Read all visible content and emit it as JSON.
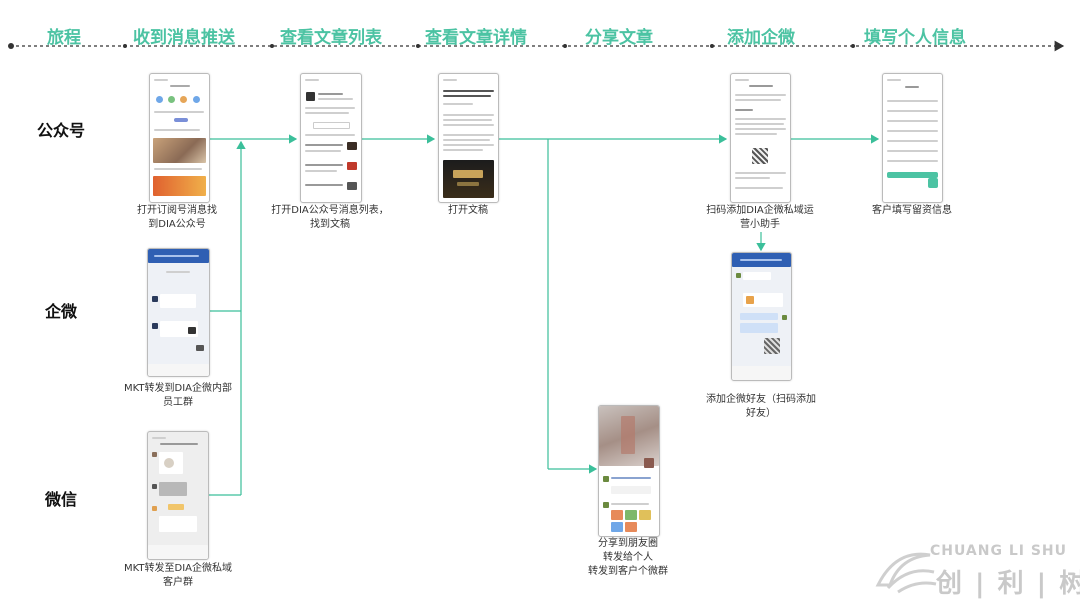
{
  "accent_color": "#4cc3a3",
  "line_color": "#3bbf9a",
  "stages": [
    "旅程",
    "收到消息推送",
    "查看文章列表",
    "查看文章详情",
    "分享文章",
    "添加企微",
    "填写个人信息"
  ],
  "rows": [
    "公众号",
    "企微",
    "微信"
  ],
  "captions": {
    "gzh_push": [
      "打开订阅号消息找",
      "到DIA公众号"
    ],
    "article_list": [
      "打开DIA公众号消息列表，",
      "找到文稿"
    ],
    "article_detail": [
      "打开文稿"
    ],
    "add_wecom_scan": [
      "扫码添加DIA企微私域运",
      "营小助手"
    ],
    "fill_info": [
      "客户填写留资信息"
    ],
    "wecom_push": [
      "MKT转发到DIA企微内部",
      "员工群"
    ],
    "add_wecom_friend": [
      "添加企微好友（扫码添加",
      "好友）"
    ],
    "wechat_push": [
      "MKT转发至DIA企微私域",
      "客户群"
    ],
    "share": [
      "分享到朋友圈",
      "转发给个人",
      "转发到客户个微群"
    ]
  },
  "logo": {
    "latin": "CHUANG LI SHU",
    "chinese": "创 | 利 | 树"
  }
}
